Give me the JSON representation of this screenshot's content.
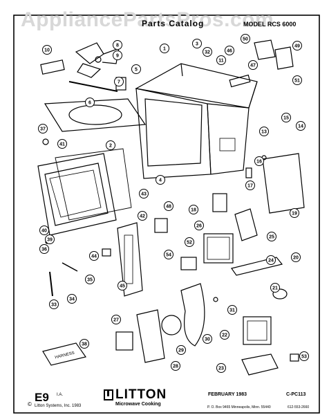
{
  "page": {
    "watermark": "AppliancePartsPros.com",
    "catalog_title": "Parts Catalog",
    "model_label": "MODEL RCS 6000",
    "page_code": "E9",
    "page_code_suffix": "I.A.",
    "copyright": "Litton Systems, Inc. 1983",
    "brand_name": "LITTON",
    "brand_subtitle": "Microwave Cooking",
    "date_label": "FEBRUARY 1983",
    "catalog_code": "C-PC113",
    "address": "P. O. Box 9465 Minneapolis, Minn. 55440",
    "phone": "612-553-2660"
  },
  "diagram": {
    "callouts": [
      {
        "label": "10"
      },
      {
        "label": "8"
      },
      {
        "label": "9"
      },
      {
        "label": "5"
      },
      {
        "label": "7"
      },
      {
        "label": "6"
      },
      {
        "label": "1"
      },
      {
        "label": "3"
      },
      {
        "label": "32"
      },
      {
        "label": "46"
      },
      {
        "label": "11"
      },
      {
        "label": "50"
      },
      {
        "label": "49"
      },
      {
        "label": "47"
      },
      {
        "label": "51"
      },
      {
        "label": "37"
      },
      {
        "label": "41"
      },
      {
        "label": "2"
      },
      {
        "label": "13"
      },
      {
        "label": "15"
      },
      {
        "label": "14"
      },
      {
        "label": "43"
      },
      {
        "label": "16"
      },
      {
        "label": "4"
      },
      {
        "label": "17"
      },
      {
        "label": "42"
      },
      {
        "label": "18"
      },
      {
        "label": "19"
      },
      {
        "label": "48"
      },
      {
        "label": "40"
      },
      {
        "label": "36"
      },
      {
        "label": "39"
      },
      {
        "label": "26"
      },
      {
        "label": "25"
      },
      {
        "label": "52"
      },
      {
        "label": "44"
      },
      {
        "label": "54"
      },
      {
        "label": "24"
      },
      {
        "label": "20"
      },
      {
        "label": "35"
      },
      {
        "label": "45"
      },
      {
        "label": "21"
      },
      {
        "label": "33"
      },
      {
        "label": "34"
      },
      {
        "label": "31"
      },
      {
        "label": "30"
      },
      {
        "label": "27"
      },
      {
        "label": "22"
      },
      {
        "label": "29"
      },
      {
        "label": "38"
      },
      {
        "label": "28"
      },
      {
        "label": "23"
      },
      {
        "label": "53"
      }
    ],
    "harness_label": "HARNESS"
  }
}
